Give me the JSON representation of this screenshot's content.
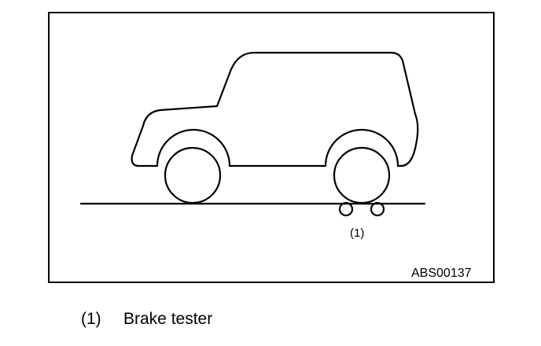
{
  "figure": {
    "callout_label": "(1)",
    "figure_code": "ABS00137",
    "line_color": "#000000",
    "background_color": "#ffffff",
    "parts": {
      "car_icon": "car-side-outline",
      "wheel_icon": "wheel-circle",
      "roller_icon": "roller-circle"
    }
  },
  "legend": {
    "items": [
      {
        "number": "(1)",
        "label": "Brake tester"
      }
    ]
  }
}
